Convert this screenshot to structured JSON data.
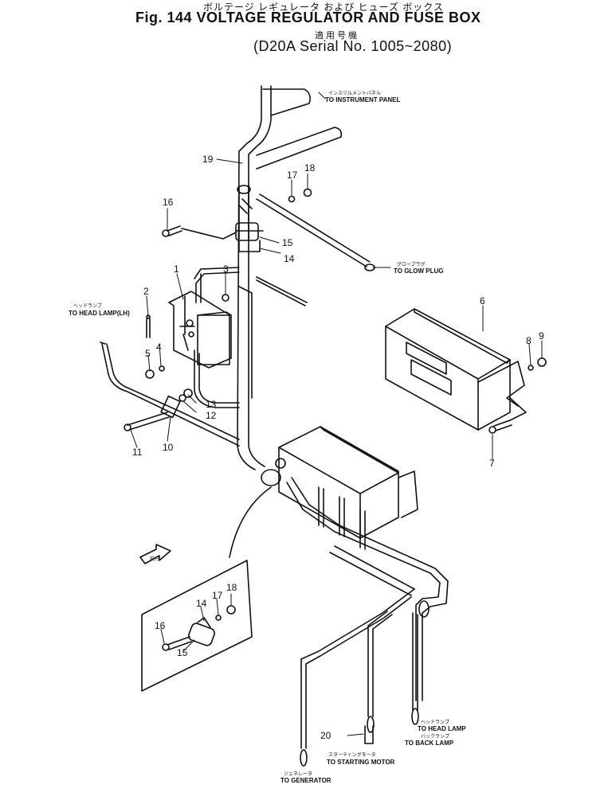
{
  "title": {
    "jp_line": "ボルテージ レギュレータ および ヒューズ ボックス",
    "main": "Fig. 144 VOLTAGE REGULATOR AND FUSE BOX",
    "jp_applicable": "適用号機",
    "serial": "(D20A Serial No. 1005~2080)"
  },
  "destinations": {
    "instrument_panel": "TO INSTRUMENT PANEL",
    "instrument_panel_jp": "インスツルメントパネル",
    "glow_plug": "TO GLOW PLUG",
    "glow_plug_jp": "グロープラグ",
    "head_lamp_lh": "TO HEAD LAMP(LH)",
    "head_lamp_lh_jp": "ヘッドランプ",
    "head_lamp": "TO HEAD LAMP",
    "head_lamp_jp": "ヘッドランプ",
    "back_lamp": "TO BACK LAMP",
    "back_lamp_jp": "バックランプ",
    "starting_motor": "TO STARTING MOTOR",
    "starting_motor_jp": "スターティングモータ",
    "generator": "TO GENERATOR",
    "generator_jp": "ジェネレータ"
  },
  "front_marker": "前方",
  "callouts": {
    "n1": "1",
    "n2": "2",
    "n3": "3",
    "n4": "4",
    "n5": "5",
    "n6": "6",
    "n7": "7",
    "n8": "8",
    "n9": "9",
    "n10": "10",
    "n11": "11",
    "n12": "12",
    "n13": "13",
    "n14": "14",
    "n15": "15",
    "n16": "16",
    "n17": "17",
    "n18": "18",
    "n19": "19",
    "n20": "20",
    "d14": "14",
    "d15": "15",
    "d16": "16",
    "d17": "17",
    "d18": "18"
  }
}
